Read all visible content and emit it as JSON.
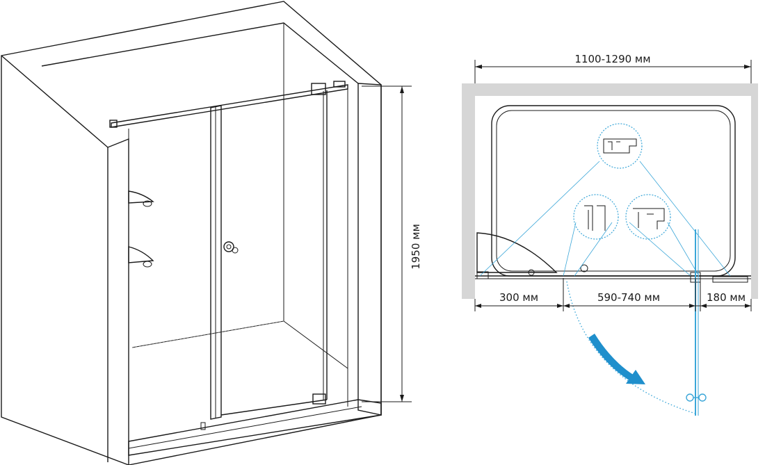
{
  "dimensions": {
    "height": "1950 мм",
    "total_width": "1100-1290 мм",
    "left_panel": "300 мм",
    "door_opening": "590-740 мм",
    "right_panel": "180 мм"
  },
  "colors": {
    "outline": "#1a1a1a",
    "wall_gray": "#d6d6d6",
    "detail_blue": "#3aa6d8",
    "arrow_blue": "#1f8fcc"
  },
  "icons": {
    "swing_arrow": "curved-arrow-icon",
    "detail_callout": "magnifier-circle-icon"
  }
}
